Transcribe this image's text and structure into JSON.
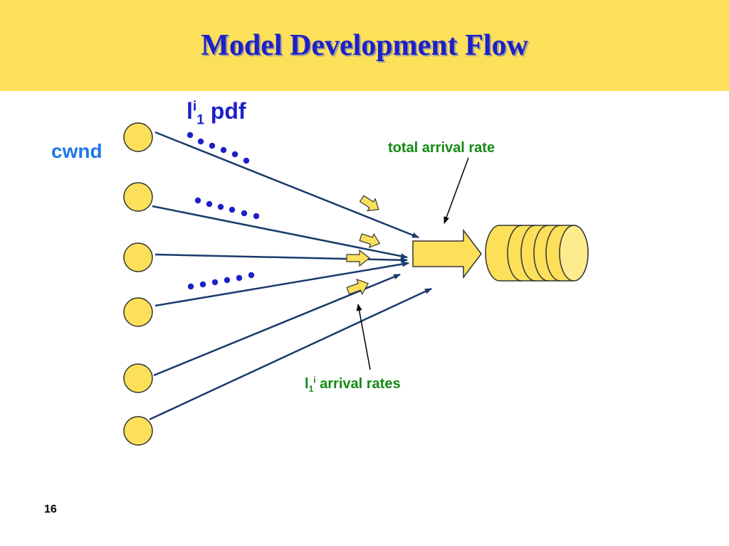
{
  "slide": {
    "title": "Model Development Flow",
    "page_number": "16"
  },
  "labels": {
    "pdf": {
      "base": "l",
      "sup": "i",
      "sub": "1",
      "rest": " pdf"
    },
    "cwnd": "cwnd",
    "total_arrival": "total arrival rate",
    "arrival_rates": {
      "base": "l",
      "sub": "1",
      "sup": "i",
      "rest": " arrival rates"
    }
  },
  "colors": {
    "header": "#fde05a",
    "title": "#1c20c8",
    "node_fill": "#fde05a",
    "flow_line": "#1a3a6b",
    "dots": "#1c20c8",
    "green_text": "#138a13",
    "cwnd_text": "#1e78e8"
  },
  "diagram": {
    "source_count": 6,
    "dot_rows": 3,
    "queue_slots": 5
  }
}
